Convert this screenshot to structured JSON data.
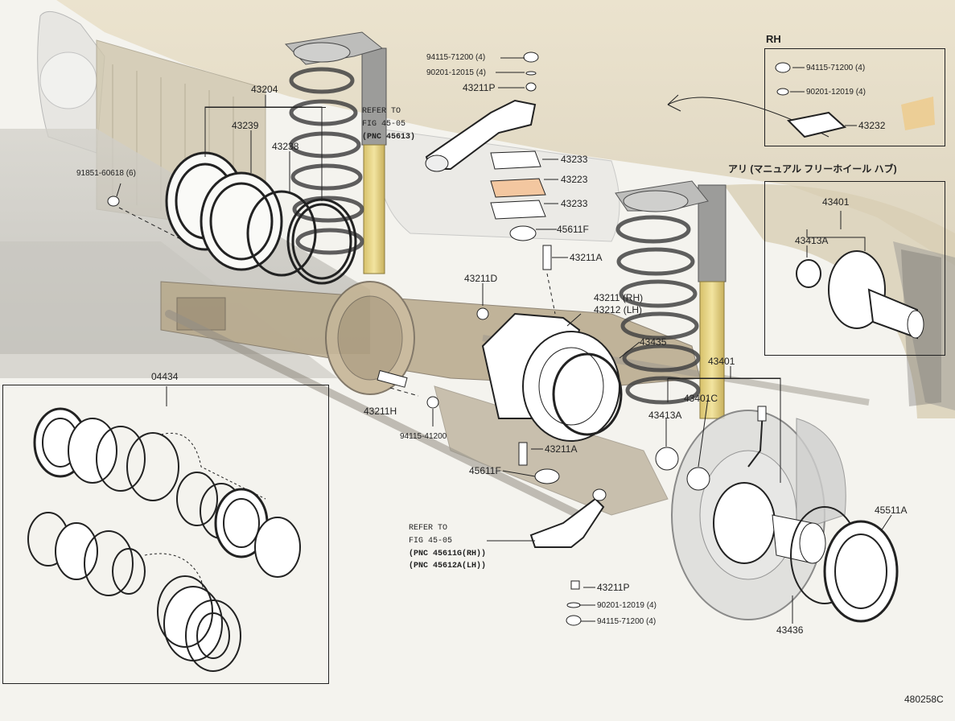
{
  "diagram": {
    "figure_id": "480258C",
    "insets": {
      "rh": {
        "title": "RH",
        "items": [
          "94115-71200 (4)",
          "90201-12019 (4)",
          "43232"
        ]
      },
      "manual_hub": {
        "title": "アリ (マニュアル フリーホイール ハブ)",
        "items": [
          "43401",
          "43413A"
        ]
      },
      "gear_set": {
        "title": "04434"
      }
    },
    "labels": {
      "l_43204": "43204",
      "l_43239": "43239",
      "l_43238": "43238",
      "l_91851": "91851-60618 (6)",
      "l_94115_top": "94115-71200 (4)",
      "l_90201_top": "90201-12015 (4)",
      "l_43211P_top": "43211P",
      "l_43233_a": "43233",
      "l_43223": "43223",
      "l_43233_b": "43233",
      "l_45611F_top": "45611F",
      "l_43211A_top": "43211A",
      "l_43211D": "43211D",
      "l_43211RH": "43211 (RH)",
      "l_43212LH": "43212 (LH)",
      "l_43435": "43435",
      "l_43401": "43401",
      "l_43401C": "43401C",
      "l_43413A": "43413A",
      "l_43211H": "43211H",
      "l_94115_41200": "94115-41200",
      "l_43211A_low": "43211A",
      "l_45611F_low": "45611F",
      "l_43211P_low": "43211P",
      "l_90201_low": "90201-12019 (4)",
      "l_94115_low": "94115-71200 (4)",
      "l_45511A": "45511A",
      "l_43436": "43436"
    },
    "refer_top": {
      "line1": "REFER TO",
      "line2": "FIG 45-05",
      "line3": "(PNC 45613)"
    },
    "refer_low": {
      "line1": "REFER TO",
      "line2": "FIG 45-05",
      "line3": "(PNC 45611G(RH))",
      "line4": "(PNC 45612A(LH))"
    }
  }
}
